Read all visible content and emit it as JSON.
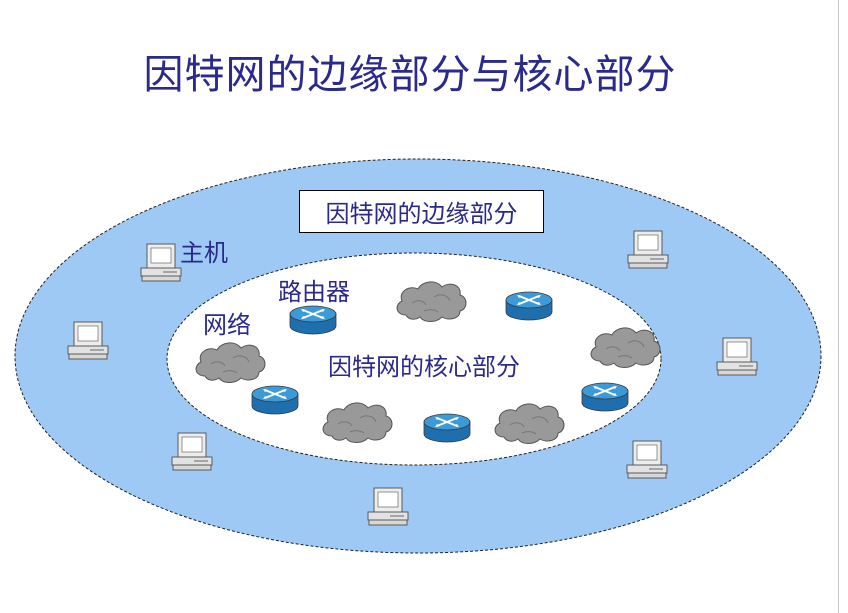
{
  "title": "因特网的边缘部分与核心部分",
  "labels": {
    "edge": "因特网的边缘部分",
    "host": "主机",
    "router": "路由器",
    "network": "网络",
    "core": "因特网的核心部分"
  },
  "colors": {
    "title_text": "#2a2a8c",
    "edge_region": "#9ec9f4",
    "core_region": "#ffffff",
    "router_body": "#2e86c6",
    "cloud": "#9a9a9a"
  },
  "icons": {
    "host": "desktop-computer-icon",
    "router": "router-icon",
    "network": "cloud-network-icon"
  }
}
